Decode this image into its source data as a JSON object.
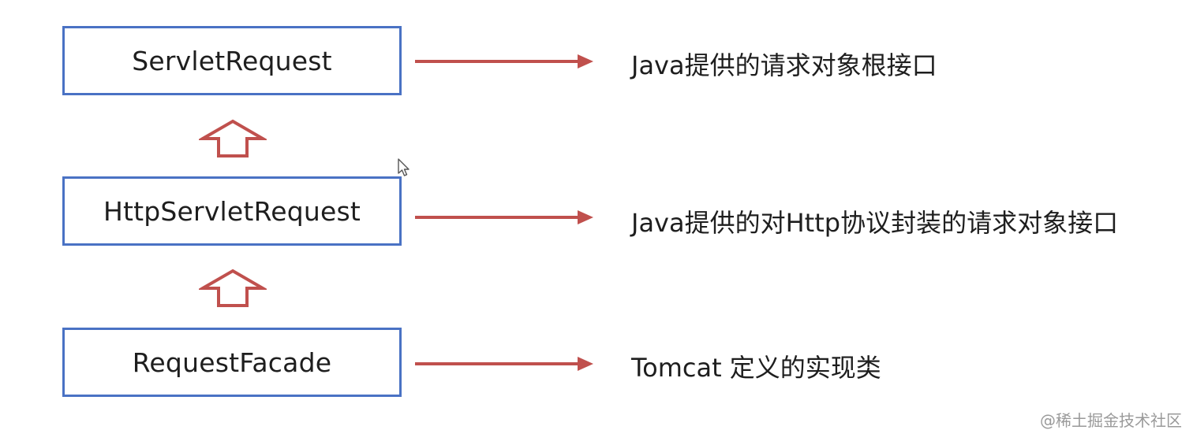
{
  "boxes": [
    {
      "label": "ServletRequest"
    },
    {
      "label": "HttpServletRequest"
    },
    {
      "label": "RequestFacade"
    }
  ],
  "descriptions": [
    {
      "text": "Java提供的请求对象根接口"
    },
    {
      "text": "Java提供的对Http协议封装的请求对象接口"
    },
    {
      "text": "Tomcat 定义的实现类"
    }
  ],
  "watermark": "@稀土掘金技术社区",
  "colors": {
    "box_border": "#4a72c4",
    "arrow": "#c0504d",
    "text": "#1e1e1e"
  },
  "icons": {
    "relation_arrow": "right-arrow-icon",
    "inheritance_arrow": "hollow-up-arrow-icon",
    "cursor": "mouse-cursor-icon"
  }
}
